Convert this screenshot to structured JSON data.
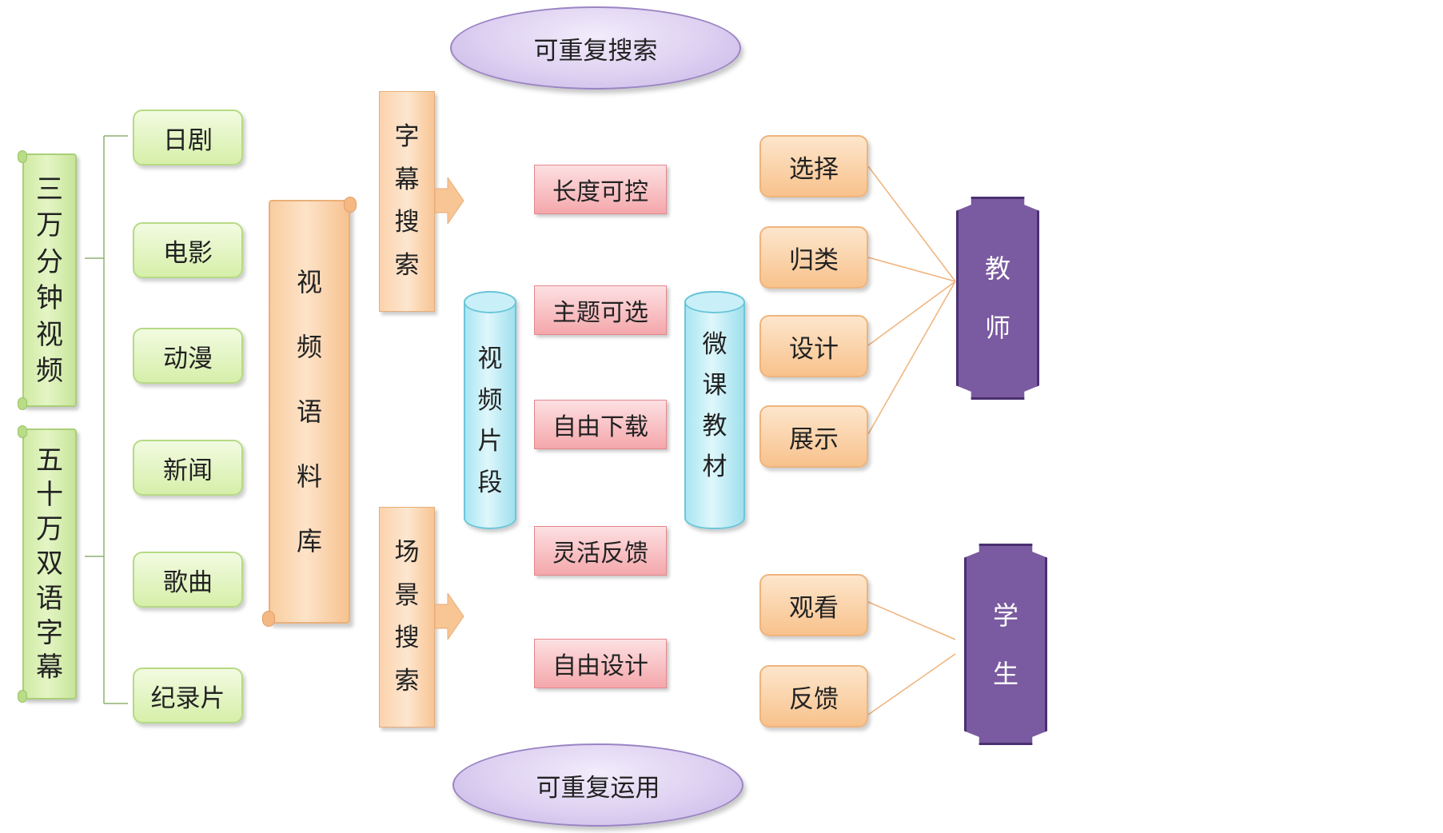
{
  "sources": [
    "三万分钟视频",
    "五十万双语字幕"
  ],
  "genres": [
    "日剧",
    "电影",
    "动漫",
    "新闻",
    "歌曲",
    "纪录片"
  ],
  "corpus": "视频语料库",
  "search_methods": [
    "字幕搜索",
    "场景搜索"
  ],
  "top_oval": "可重复搜索",
  "bottom_oval": "可重复运用",
  "clips": "视频片段",
  "features": [
    "长度可控",
    "主题可选",
    "自由下载",
    "灵活反馈",
    "自由设计"
  ],
  "materials": "微课教材",
  "teacher_actions": [
    "选择",
    "归类",
    "设计",
    "展示"
  ],
  "student_actions": [
    "观看",
    "反馈"
  ],
  "teacher": "教师",
  "student": "学生",
  "colors": {
    "green": "#d6efa9",
    "orange": "#f8c28c",
    "pink": "#f4a7ab",
    "cyan": "#a9e6f2",
    "lavender": "#ddd0f1",
    "purple": "#7a5aa0"
  }
}
